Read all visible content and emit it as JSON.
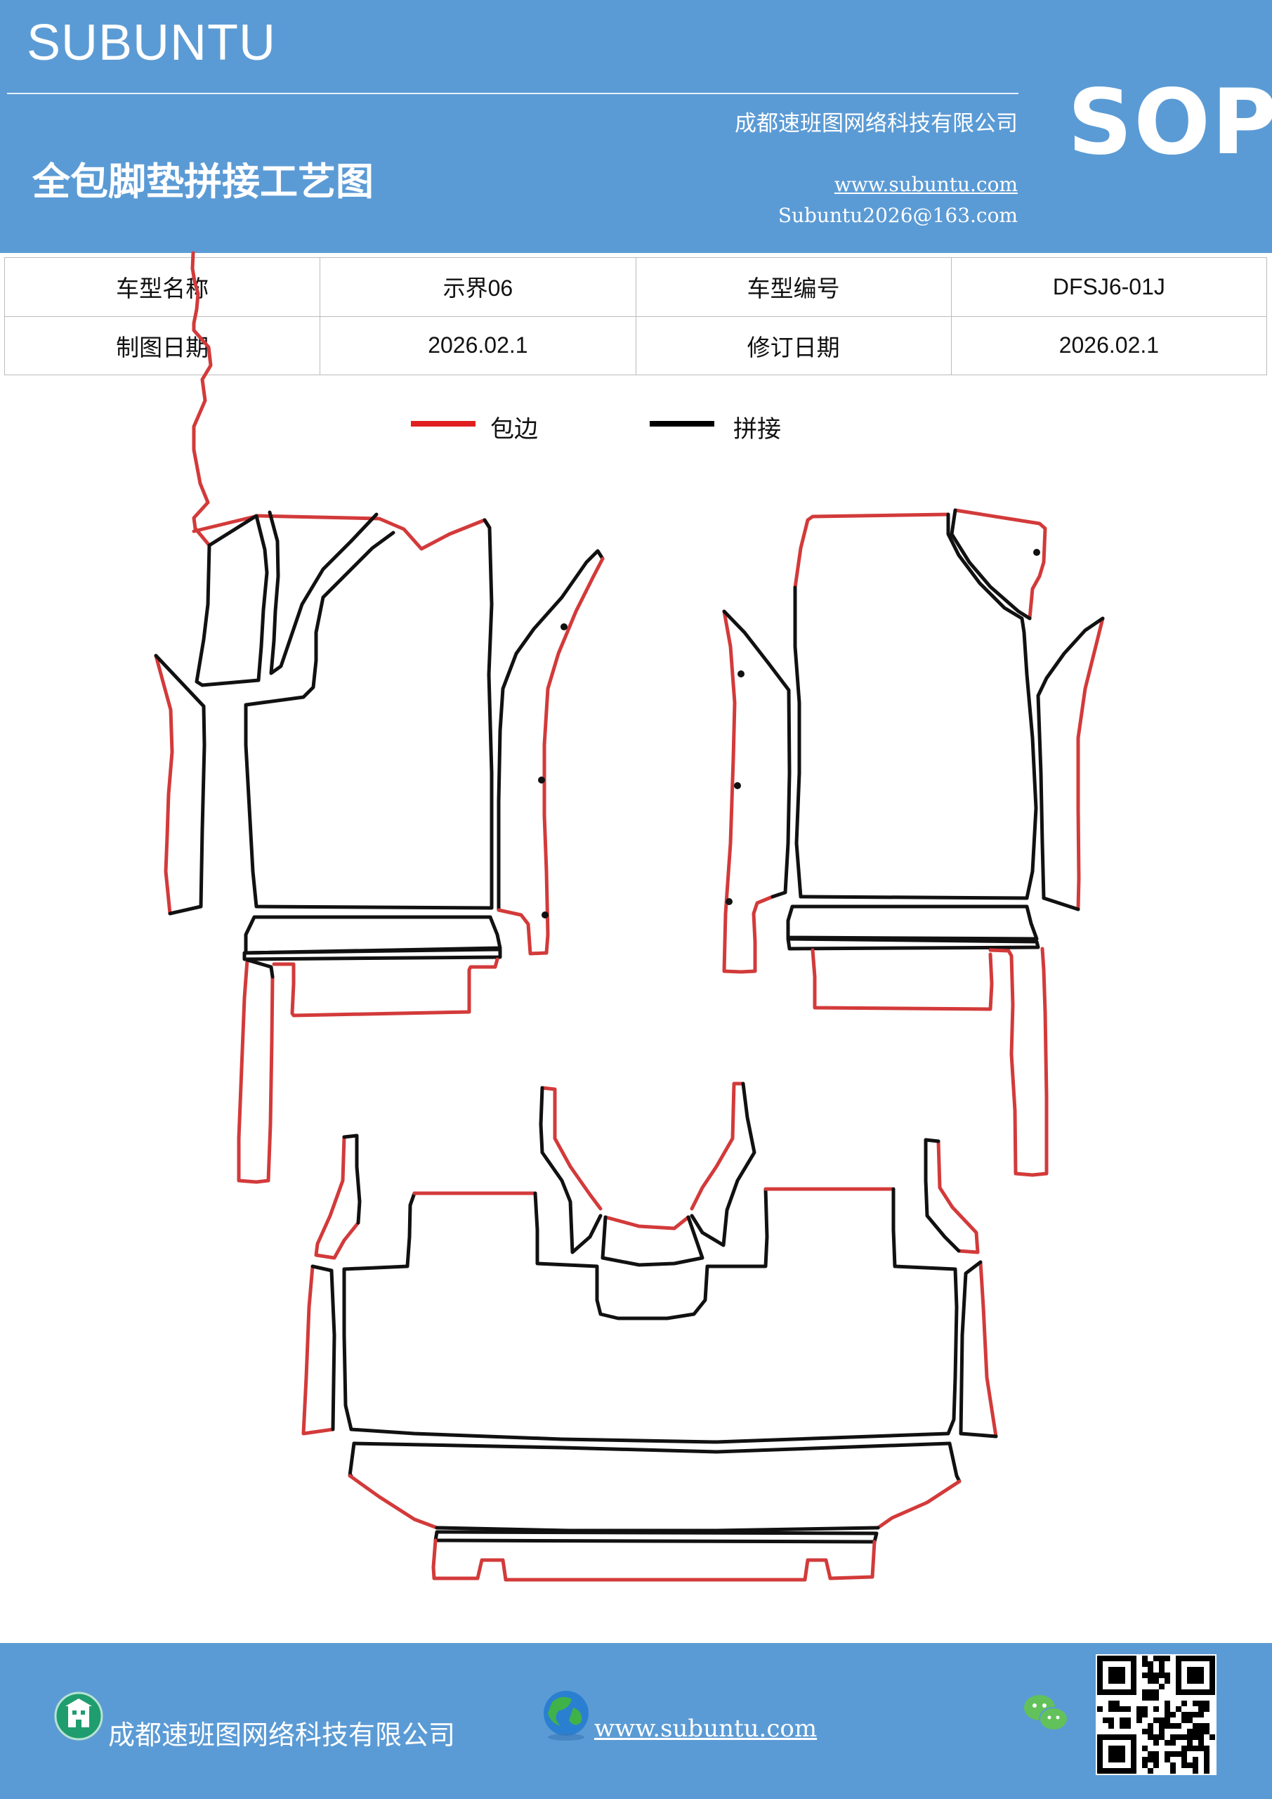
{
  "header": {
    "brand": "SUBUNTU",
    "company": "成都速班图网络科技有限公司",
    "title": "全包脚垫拼接工艺图",
    "website": "www.subuntu.com",
    "email": "Subuntu2026@163.com",
    "badge": "SOP"
  },
  "info_table": {
    "rows": [
      [
        {
          "text": "车型名称",
          "kind": "label"
        },
        {
          "text": "示界06",
          "kind": "value"
        },
        {
          "text": "车型编号",
          "kind": "label"
        },
        {
          "text": "DFSJ6-01J",
          "kind": "value"
        }
      ],
      [
        {
          "text": "制图日期",
          "kind": "label"
        },
        {
          "text": "2026.02.1",
          "kind": "value"
        },
        {
          "text": "修订日期",
          "kind": "label"
        },
        {
          "text": "2026.02.1",
          "kind": "value"
        }
      ]
    ]
  },
  "legend": {
    "items": [
      {
        "label": "包边",
        "color": "#e02020"
      },
      {
        "label": "拼接",
        "color": "#000000"
      }
    ]
  },
  "colors": {
    "header_bg": "#5b9bd5",
    "edge_binding": "#d33a3a",
    "seam": "#111111"
  },
  "footer": {
    "company": "成都速班图网络科技有限公司",
    "website": "www.subuntu.com",
    "icons": [
      "building-icon",
      "globe-icon",
      "wechat-icon",
      "qr-code"
    ]
  }
}
